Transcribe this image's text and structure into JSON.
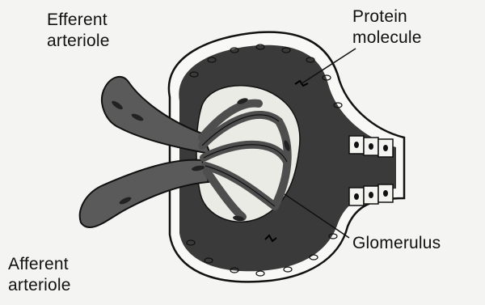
{
  "labels": {
    "efferent": [
      "Efferent",
      "arteriole"
    ],
    "protein": [
      "Protein",
      "molecule"
    ],
    "glomerulus": [
      "Glomerulus"
    ],
    "afferent": [
      "Afferent",
      "arteriole"
    ]
  },
  "colors": {
    "background": "#f4f4f2",
    "ink": "#111111",
    "capsule_space": "#3a3a3a",
    "vessel": "#5a5a5a",
    "lumen": "#e8e8e4"
  }
}
